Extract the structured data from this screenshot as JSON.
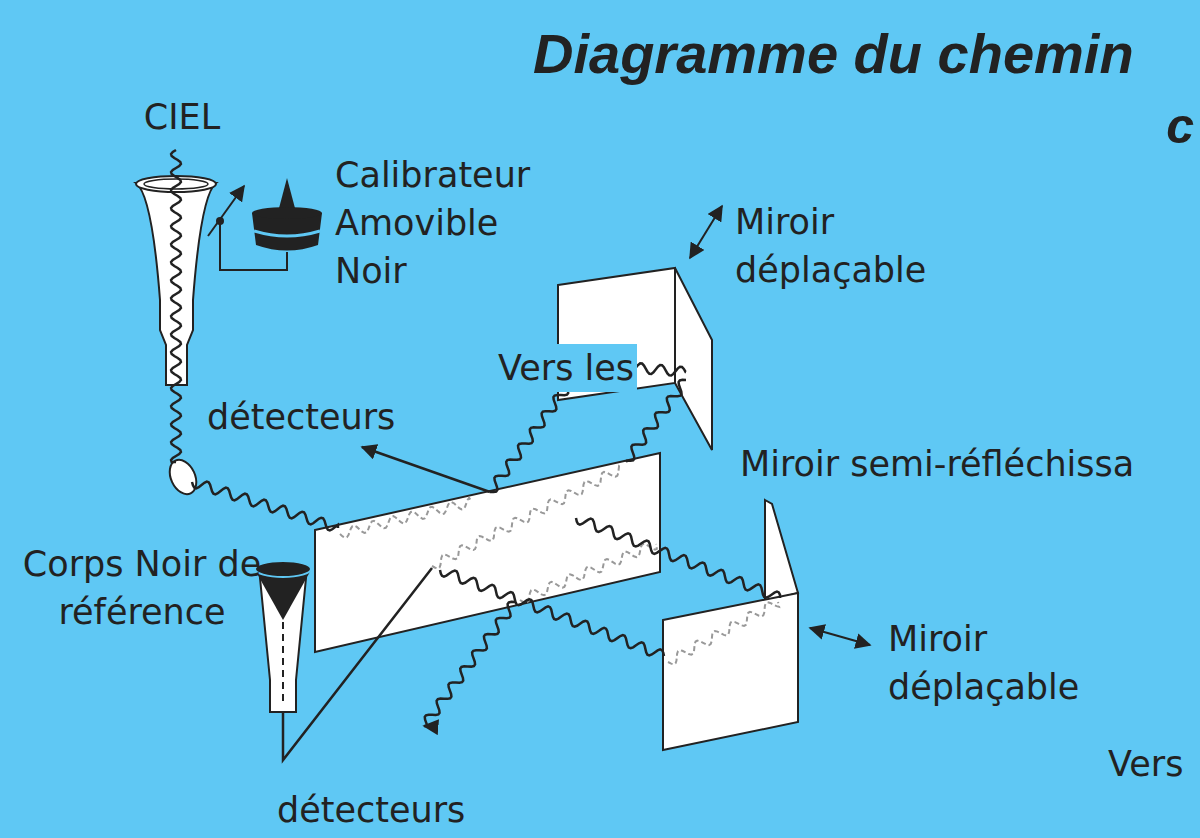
{
  "diagram": {
    "title": "Diagramme du chemin",
    "labels": [
      "c",
      "CIEL",
      "Calibrateur Amovible Noir",
      "Miroir déplaçable",
      "Vers les",
      "détecteurs",
      "Miroir semi-réfléchissa",
      "Corps Noir de référence",
      "Miroir déplaçable",
      "Vers",
      "détecteurs"
    ]
  }
}
